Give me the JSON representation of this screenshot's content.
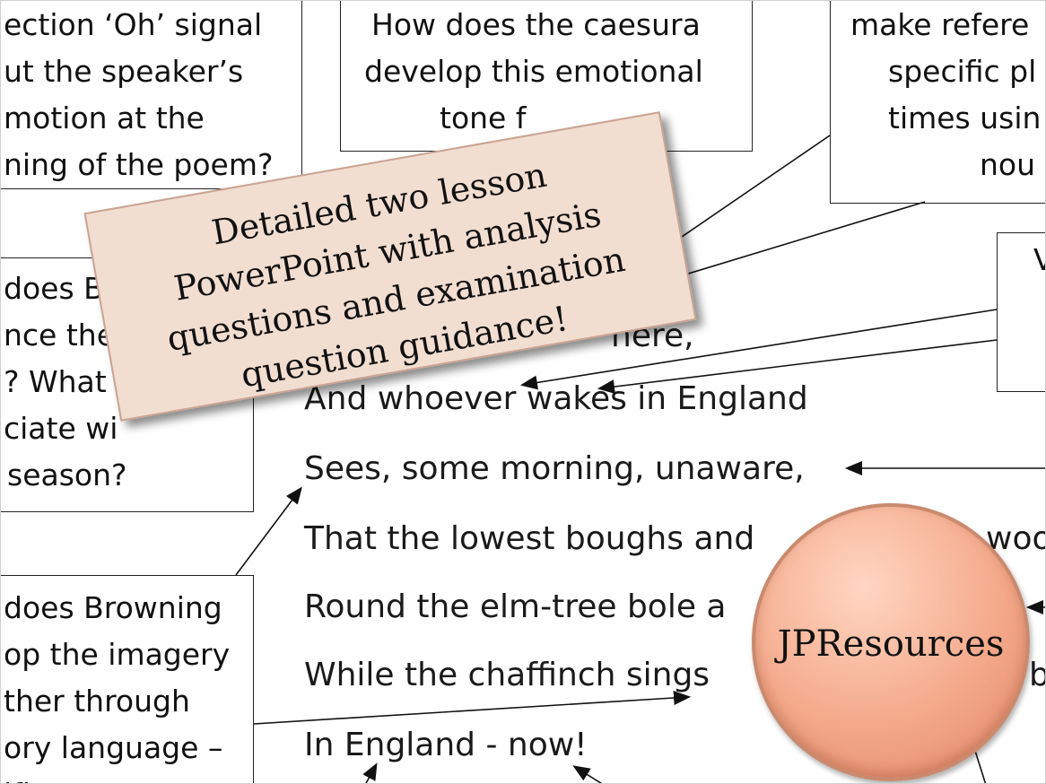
{
  "boxes": {
    "top_left": [
      "ection ‘Oh’ signal",
      "ut the speaker’s",
      "motion at the",
      "ning of the poem?"
    ],
    "top_middle": [
      "How does the caesura",
      "develop this emotional",
      "tone f"
    ],
    "top_right": [
      "make refere",
      "specific pl",
      "times usin",
      "nou"
    ],
    "mid_left": [
      "does B",
      "nce the",
      "? What",
      "ciate wi",
      "season?"
    ],
    "mid_right": [
      "V"
    ],
    "bottom_left": [
      "does Browning",
      "op the imagery",
      "ther through",
      "ory language –",
      "ific"
    ]
  },
  "poem": {
    "line_partial": "here,",
    "line1": "And whoever wakes in England",
    "line2": "Sees, some morning, unaware,",
    "line3": "That the lowest boughs and",
    "line3_tail": "woo",
    "line4": "Round the elm-tree bole a",
    "line5": "While the chaffinch sings",
    "line5_tail": "b",
    "line6": "In England - now!"
  },
  "banner": {
    "lines": [
      "Detailed two lesson",
      "PowerPoint with analysis",
      "questions and examination",
      "question guidance!"
    ]
  },
  "badge": {
    "label": "JPResources"
  },
  "colors": {
    "banner_bg": "#f2ddd1",
    "badge_fill": "#f4a98a"
  }
}
